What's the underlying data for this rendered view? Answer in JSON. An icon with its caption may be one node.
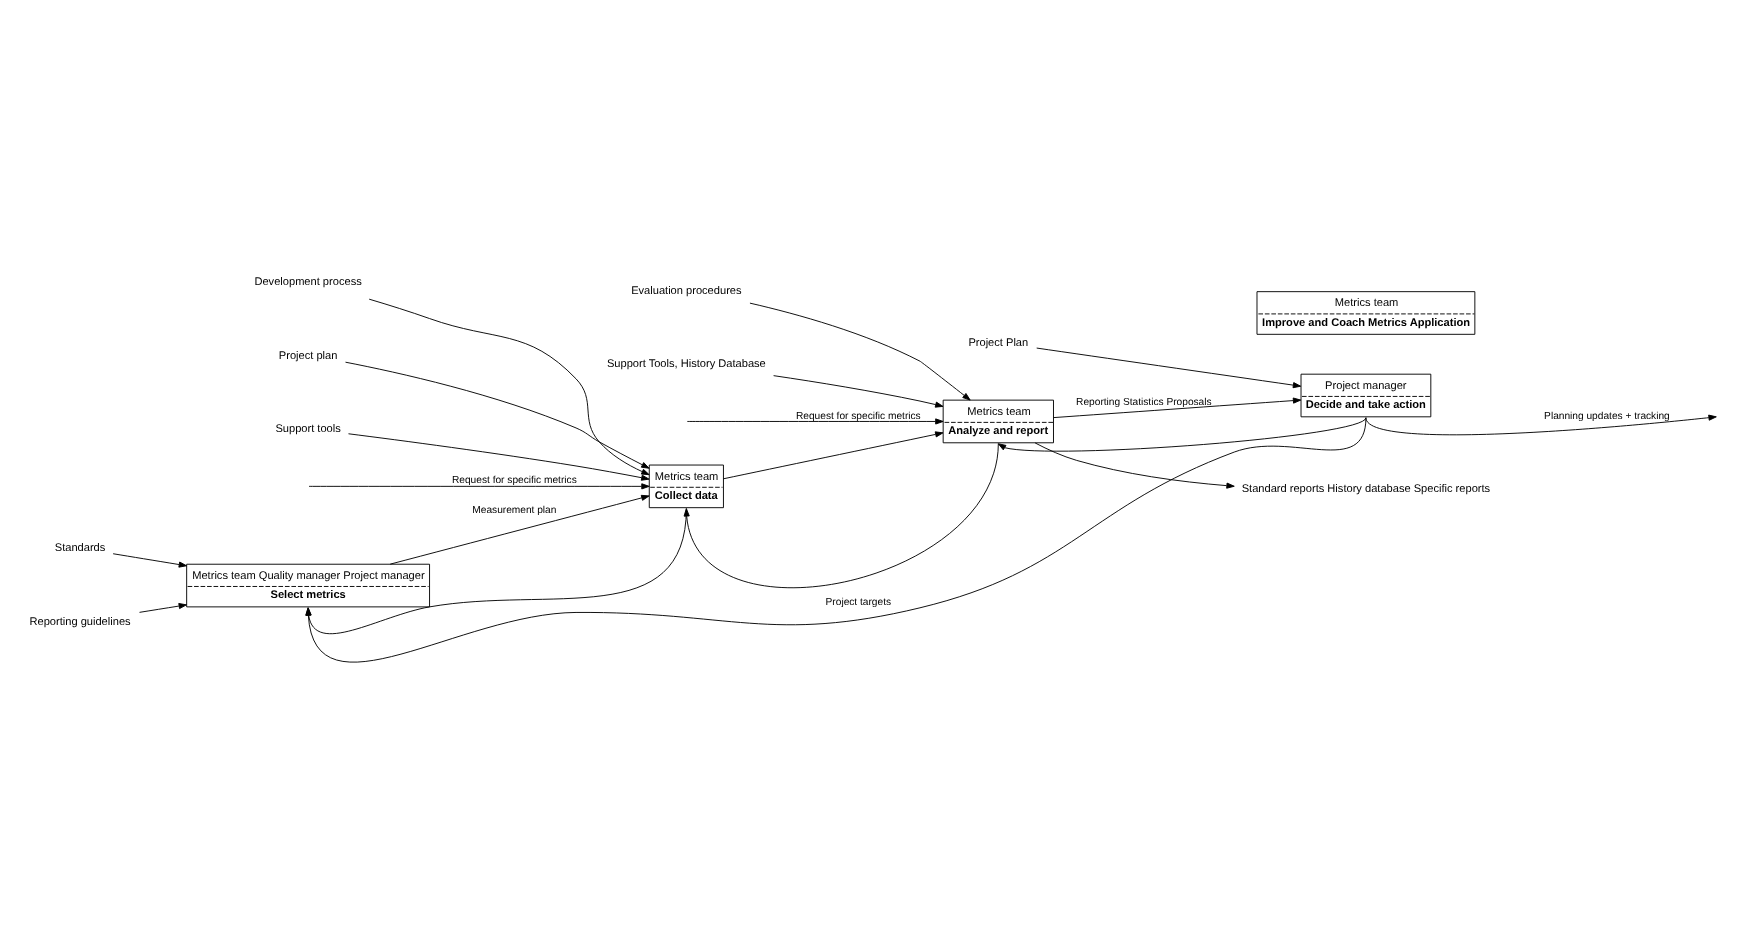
{
  "diagram": {
    "nodes": [
      {
        "text": [
          "Metrics team Quality manager Project manager",
          "Select metrics"
        ]
      },
      {
        "text": [
          "Metrics team",
          "Collect data"
        ]
      },
      {
        "text": [
          "Metrics team",
          "Analyze and report"
        ]
      },
      {
        "text": [
          "Project manager",
          "Decide and take action"
        ]
      },
      {
        "text": [
          "Metrics team",
          "Improve and Coach Metrics Application"
        ]
      },
      {
        "text": [
          "Standards"
        ]
      },
      {
        "text": [
          "Reporting guidelines"
        ]
      },
      {
        "text": [
          "Development process"
        ]
      },
      {
        "text": [
          "Project plan"
        ]
      },
      {
        "text": [
          "Support tools"
        ]
      },
      {
        "text": [
          "Evaluation procedures"
        ]
      },
      {
        "text": [
          "Support Tools, History Database"
        ]
      },
      {
        "text": [
          "Standard reports History database Specific reports"
        ]
      },
      {
        "text": [
          "Project Plan"
        ]
      }
    ],
    "edges": [
      {
        "from": 5,
        "to": 0,
        "arrow": "to"
      },
      {
        "from": 6,
        "to": 0,
        "arrow": "to"
      },
      {
        "from": 3,
        "to": 0,
        "arrow": "to",
        "label": "Project targets"
      },
      {
        "from": 0,
        "to": 1,
        "arrow": "to",
        "label": "Measurement plan"
      },
      {
        "from": 7,
        "to": 1,
        "arrow": "to"
      },
      {
        "from": 8,
        "to": 1,
        "arrow": "to"
      },
      {
        "from": null,
        "to": 1,
        "arrow": "to",
        "label": "Request for specific metrics"
      },
      {
        "from": 1,
        "to": 0,
        "arrow": "to"
      },
      {
        "from": 9,
        "to": 1,
        "arrow": "to"
      },
      {
        "from": 1,
        "to": 2,
        "arrow": "to"
      },
      {
        "from": 10,
        "to": 2,
        "arrow": "to"
      },
      {
        "from": null,
        "to": 2,
        "arrow": "to",
        "label": "Request for specific metrics"
      },
      {
        "from": 2,
        "to": 1,
        "arrow": "to"
      },
      {
        "from": 11,
        "to": 2,
        "arrow": "to"
      },
      {
        "from": 2,
        "to": 12,
        "arrow": "to"
      },
      {
        "from": 2,
        "to": 3,
        "arrow": "to",
        "label": "Reporting Statistics Proposals"
      },
      {
        "from": 13,
        "to": 3,
        "arrow": "to"
      },
      {
        "from": 3,
        "to": 2,
        "arrow": "to"
      },
      {
        "from": 3,
        "to": null,
        "arrow": "to",
        "label": "Planning updates + tracking"
      }
    ]
  }
}
